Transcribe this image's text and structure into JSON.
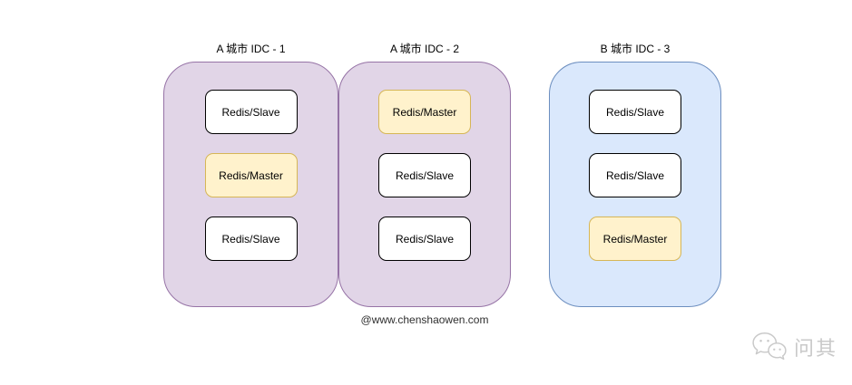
{
  "diagram": {
    "groups": [
      {
        "label": "A 城市 IDC - 1",
        "fill": "#E1D5E7",
        "border": "#9673A6",
        "nodes": [
          {
            "label": "Redis/Slave",
            "role": "slave"
          },
          {
            "label": "Redis/Master",
            "role": "master"
          },
          {
            "label": "Redis/Slave",
            "role": "slave"
          }
        ]
      },
      {
        "label": "A 城市 IDC - 2",
        "fill": "#E1D5E7",
        "border": "#9673A6",
        "nodes": [
          {
            "label": "Redis/Master",
            "role": "master"
          },
          {
            "label": "Redis/Slave",
            "role": "slave"
          },
          {
            "label": "Redis/Slave",
            "role": "slave"
          }
        ]
      },
      {
        "label": "B 城市 IDC - 3",
        "fill": "#DAE8FC",
        "border": "#6C8EBF",
        "nodes": [
          {
            "label": "Redis/Slave",
            "role": "slave"
          },
          {
            "label": "Redis/Slave",
            "role": "slave"
          },
          {
            "label": "Redis/Master",
            "role": "master"
          }
        ]
      }
    ],
    "colors": {
      "master_fill": "#FFF2CC",
      "master_border": "#D6B656",
      "slave_fill": "#FFFFFF",
      "slave_border": "#000000"
    },
    "watermark": "@www.chenshaowen.com",
    "brand": {
      "name": "问其",
      "icon": "wechat-bubbles-icon",
      "color": "#C9C9C9"
    }
  }
}
